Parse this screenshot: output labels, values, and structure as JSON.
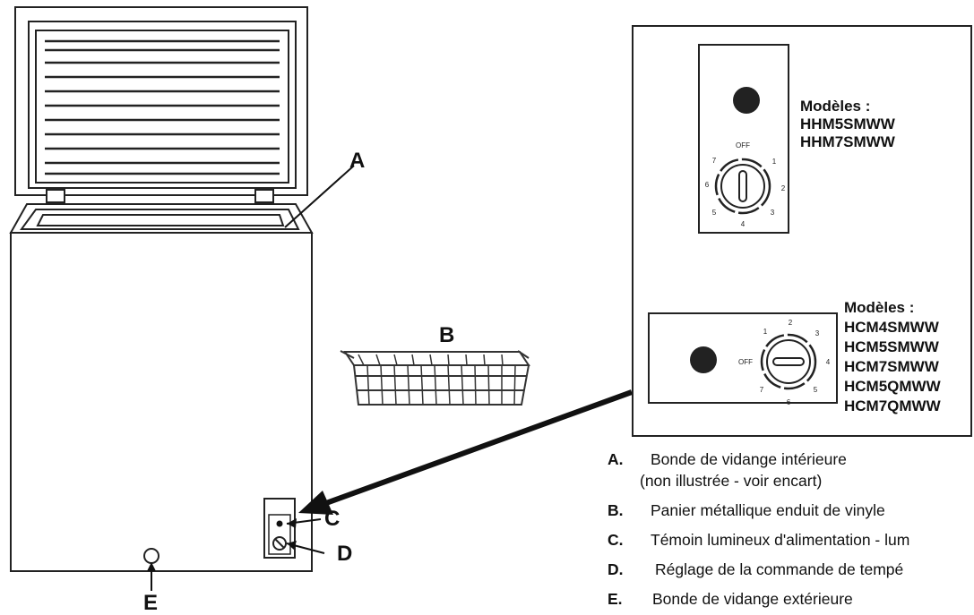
{
  "callouts": {
    "A": "A",
    "B": "B",
    "C": "C",
    "D": "D",
    "E": "E"
  },
  "inset": {
    "model_group_1": {
      "heading": "Modèles :",
      "models": [
        "HHM5SMWW",
        "HHM7SMWW"
      ],
      "dial_off": "OFF",
      "dial_numbers": [
        "1",
        "2",
        "3",
        "4",
        "5",
        "6",
        "7"
      ]
    },
    "model_group_2": {
      "heading": "Modèles :",
      "models": [
        "HCM4SMWW",
        "HCM5SMWW",
        "HCM7SMWW",
        "HCM5QMWW",
        "HCM7QMWW"
      ],
      "dial_off": "OFF",
      "dial_numbers": [
        "1",
        "2",
        "3",
        "4",
        "5",
        "6",
        "7"
      ]
    }
  },
  "legend": [
    {
      "key": "A.",
      "text": "Bonde de vidange intérieure",
      "sub": "(non illustrée - voir encart)"
    },
    {
      "key": "B.",
      "text": "Panier métallique enduit de vinyle"
    },
    {
      "key": "C.",
      "text": "Témoin lumineux d'alimentation - lum"
    },
    {
      "key": "D.",
      "text": "Réglage de la commande de tempé"
    },
    {
      "key": "E.",
      "text": "Bonde de vidange extérieure"
    }
  ]
}
